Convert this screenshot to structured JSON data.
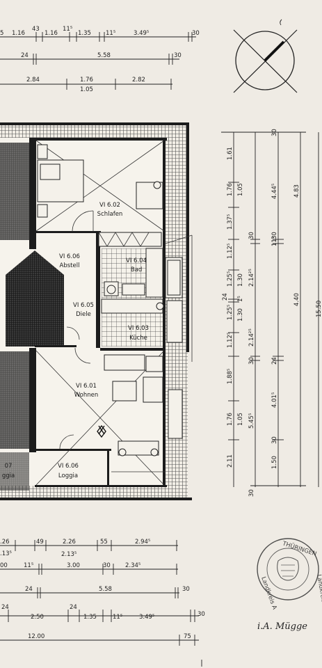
{
  "plan": {
    "rooms": [
      {
        "id": "schlafen",
        "number": "VI 6.02",
        "name": "Schlafen"
      },
      {
        "id": "abstell",
        "number": "VI 6.06",
        "name": "Abstell"
      },
      {
        "id": "bad",
        "number": "VI 6.04",
        "name": "Bad"
      },
      {
        "id": "diele",
        "number": "VI 6.05",
        "name": "Diele"
      },
      {
        "id": "kueche",
        "number": "VI 6.03",
        "name": "Küche"
      },
      {
        "id": "wohnen",
        "number": "VI 6.01",
        "name": "Wohnen"
      },
      {
        "id": "loggia",
        "number": "VI 6.06",
        "name": "Loggia"
      },
      {
        "id": "loggia-left",
        "number": "07",
        "name": "ggia"
      }
    ],
    "dims_top": [
      [
        "5",
        "1.16",
        "43",
        "1.16",
        "11⁵",
        "1.35",
        "11⁵",
        "3.49⁵",
        "30"
      ],
      [
        "24",
        "5.58",
        "30"
      ],
      [
        "2.84",
        "1.76",
        "2.82",
        "1.05"
      ]
    ],
    "dims_right": [
      [
        "1.61",
        "1.76",
        "1.37⁵",
        "1.12⁵",
        "1.25⁵",
        "24",
        "1.25⁵",
        "1.12⁵",
        "1.88⁵",
        "1.76",
        "2.11"
      ],
      [
        "1.05",
        "1.30",
        "1⁵",
        "1.30",
        "1.05"
      ],
      [
        "30",
        "2.14²⁵",
        "2.14²⁵",
        "30",
        "5.45⁵",
        "30"
      ],
      [
        "4.44⁵",
        "30",
        "11⁵",
        "24",
        "4.01⁵",
        "30",
        "1.50"
      ],
      [
        "4.83",
        "4.40"
      ],
      [
        "15.50"
      ]
    ],
    "dims_bottom": [
      [
        ".26",
        "49",
        "2.26",
        "55",
        "2.94⁵",
        ".13⁵",
        "2.13⁵"
      ],
      [
        "00",
        "11⁵",
        "3.00",
        "30",
        "2.34⁵"
      ],
      [
        "24",
        "5.58",
        "30"
      ],
      [
        "24",
        "2.50",
        "24",
        "1.35",
        "11⁵",
        "3.49⁵",
        "30"
      ],
      [
        "12.00",
        "75"
      ]
    ],
    "stamp": {
      "top": "THÜRINGEN",
      "right": "Landkreis",
      "bottom": "Landkreis A"
    },
    "signature": "i.A. Mügge"
  }
}
